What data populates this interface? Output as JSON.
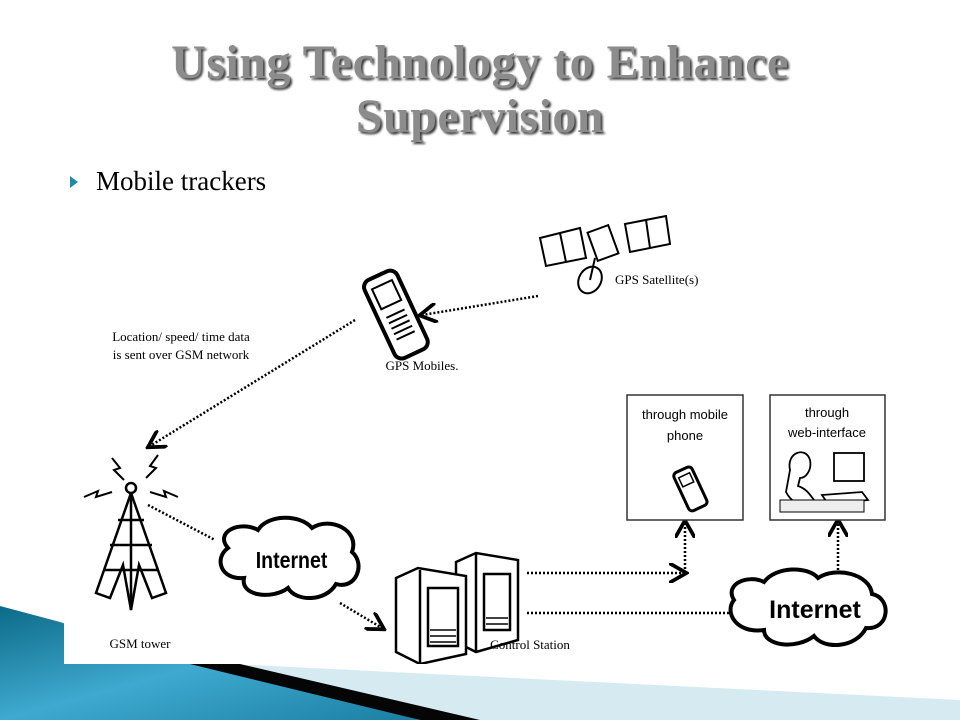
{
  "slide": {
    "title_line1": "Using Technology to Enhance",
    "title_line2": "Supervision",
    "bullets": [
      {
        "text": "Mobile trackers",
        "icon": "triangle-bullet-icon"
      }
    ]
  },
  "diagram": {
    "satellite_label": "GPS Satellite(s)",
    "mobile_label": "GPS Mobiles.",
    "note_line1": "Location/ speed/ time data",
    "note_line2": "is sent over GSM network",
    "tower_label": "GSM tower",
    "cloud1_label": "Internet",
    "station_label": "Control Station",
    "cloud2_label": "Internet",
    "box_mobile_line1": "through mobile",
    "box_mobile_line2": "phone",
    "box_web_line1": "through",
    "box_web_line2": "web-interface"
  },
  "colors": {
    "accent": "#1e8aa8",
    "title": "#8c8c8c"
  }
}
